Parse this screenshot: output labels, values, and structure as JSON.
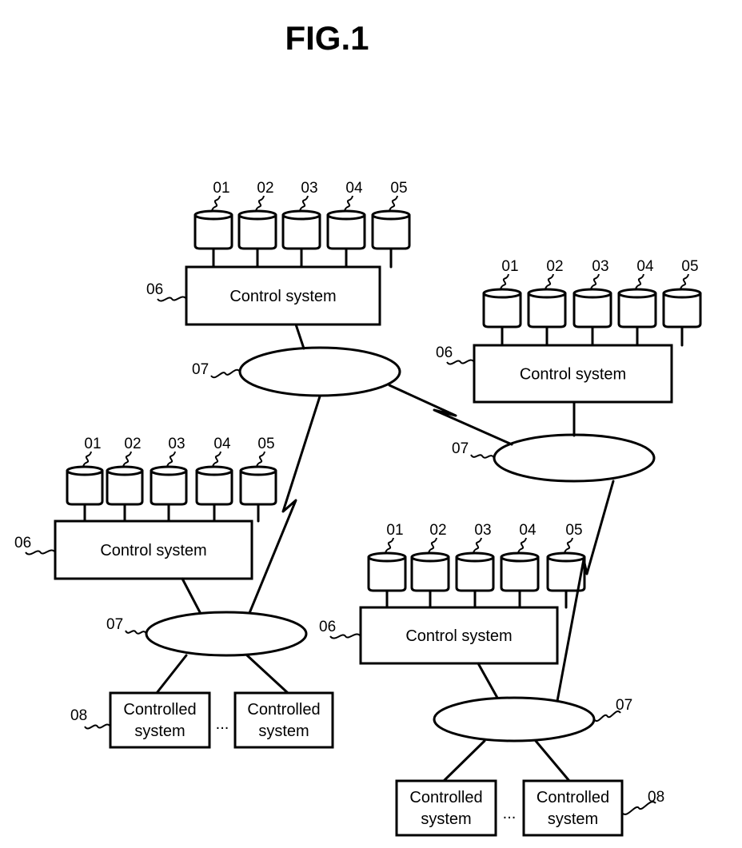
{
  "figure": {
    "title": "FIG.1",
    "colors": {
      "ink": "#000000",
      "background": "#ffffff"
    }
  },
  "labels": {
    "storage": [
      "01",
      "02",
      "03",
      "04",
      "05"
    ],
    "control_system_ref": "06",
    "network_ref": "07",
    "controlled_system_ref": "08"
  },
  "texts": {
    "control_system": "Control system",
    "controlled_line1": "Controlled",
    "controlled_line2": "system",
    "ellipsis": "..."
  },
  "nodes": [
    {
      "id": "site-a",
      "control_text": "Control system",
      "storage": [
        "01",
        "02",
        "03",
        "04",
        "05"
      ],
      "ref": "06",
      "network_ref": "07"
    },
    {
      "id": "site-b",
      "control_text": "Control system",
      "storage": [
        "01",
        "02",
        "03",
        "04",
        "05"
      ],
      "ref": "06",
      "network_ref": "07"
    },
    {
      "id": "site-c",
      "control_text": "Control system",
      "storage": [
        "01",
        "02",
        "03",
        "04",
        "05"
      ],
      "ref": "06",
      "network_ref": "07",
      "controlled": [
        "Controlled system",
        "Controlled system"
      ],
      "controlled_ref": "08"
    },
    {
      "id": "site-d",
      "control_text": "Control system",
      "storage": [
        "01",
        "02",
        "03",
        "04",
        "05"
      ],
      "ref": "06",
      "network_ref": "07",
      "controlled": [
        "Controlled system",
        "Controlled system"
      ],
      "controlled_ref": "08"
    }
  ],
  "links": [
    {
      "from": "site-a-network",
      "to": "site-b-network",
      "type": "wireless"
    },
    {
      "from": "site-a-network",
      "to": "site-c-network",
      "type": "wireless"
    },
    {
      "from": "site-b-network",
      "to": "site-d-network",
      "type": "wireless"
    }
  ]
}
